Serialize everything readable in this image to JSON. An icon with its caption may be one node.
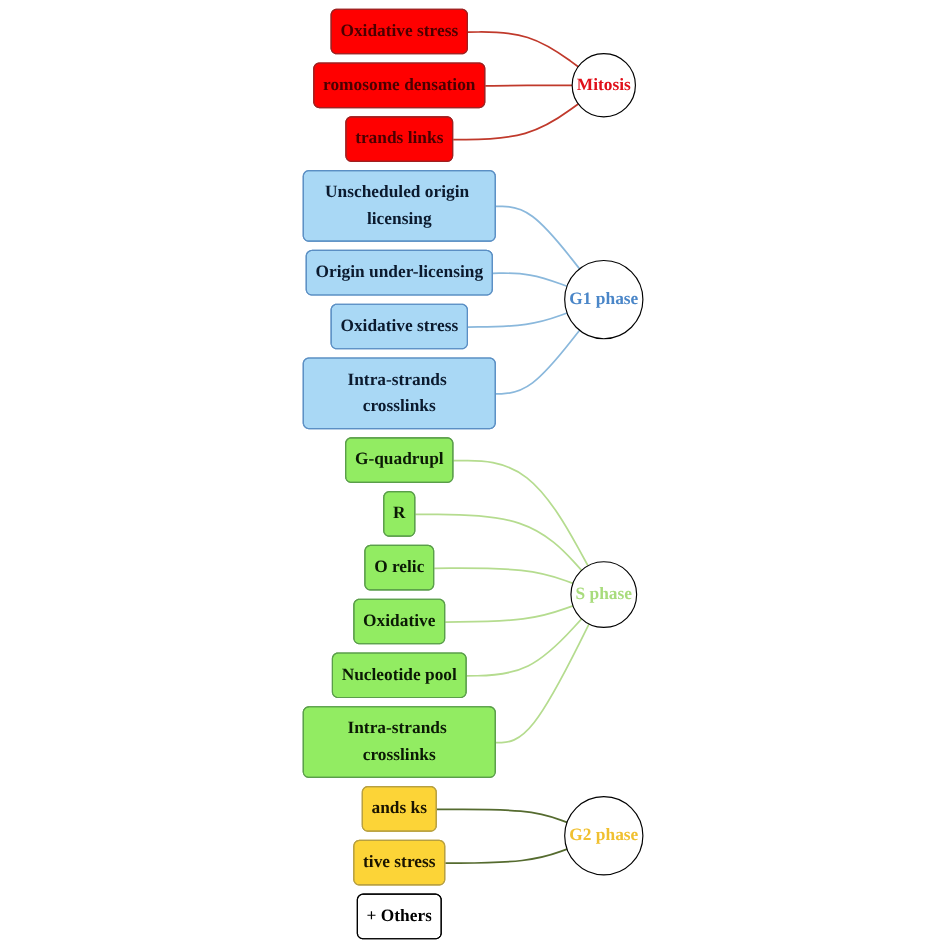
{
  "diagram": {
    "nodes": [
      {
        "text": [
          "Mitosis"
        ]
      },
      {
        "text": [
          "G1 phase"
        ]
      },
      {
        "text": [
          "S phase"
        ]
      },
      {
        "text": [
          "G2 phase"
        ]
      },
      {
        "text": [
          "Oxidative stress"
        ]
      },
      {
        "text": [
          "romosome densation"
        ]
      },
      {
        "text": [
          "trands links"
        ]
      },
      {
        "text": [
          "Unscheduled origin licensing"
        ]
      },
      {
        "text": [
          "Origin under-licensing"
        ]
      },
      {
        "text": [
          "Oxidative stress"
        ]
      },
      {
        "text": [
          "Intra-strands crosslinks"
        ]
      },
      {
        "text": [
          "G-quadrupl"
        ]
      },
      {
        "text": [
          "R"
        ]
      },
      {
        "text": [
          "O relic"
        ]
      },
      {
        "text": [
          "Oxidative"
        ]
      },
      {
        "text": [
          "Nucleotide pool"
        ]
      },
      {
        "text": [
          "Intra-strands crosslinks"
        ]
      },
      {
        "text": [
          "ands ks"
        ]
      },
      {
        "text": [
          "tive stress"
        ]
      },
      {
        "text": [
          "+ Others"
        ]
      }
    ],
    "edges": [
      {
        "from": 4,
        "to": 0,
        "arrow": "none",
        "color": "#c0392b"
      },
      {
        "from": 5,
        "to": 0,
        "arrow": "none",
        "color": "#c0392b"
      },
      {
        "from": 6,
        "to": 0,
        "arrow": "none",
        "color": "#c0392b"
      },
      {
        "from": 7,
        "to": 1,
        "arrow": "none",
        "color": "#8ab8dc"
      },
      {
        "from": 8,
        "to": 1,
        "arrow": "none",
        "color": "#8ab8dc"
      },
      {
        "from": 9,
        "to": 1,
        "arrow": "none",
        "color": "#8ab8dc"
      },
      {
        "from": 10,
        "to": 1,
        "arrow": "none",
        "color": "#8ab8dc"
      },
      {
        "from": 11,
        "to": 2,
        "arrow": "none"
      },
      {
        "from": 12,
        "to": 2,
        "arrow": "none"
      },
      {
        "from": 13,
        "to": 2,
        "arrow": "none"
      },
      {
        "from": 14,
        "to": 2,
        "arrow": "none"
      },
      {
        "from": 15,
        "to": 2,
        "arrow": "none"
      },
      {
        "from": 16,
        "to": 2,
        "arrow": "none"
      },
      {
        "from": 17,
        "to": 3,
        "arrow": "none",
        "color": "#556b2f"
      },
      {
        "from": 18,
        "to": 3,
        "arrow": "none",
        "color": "#556b2f"
      }
    ]
  }
}
